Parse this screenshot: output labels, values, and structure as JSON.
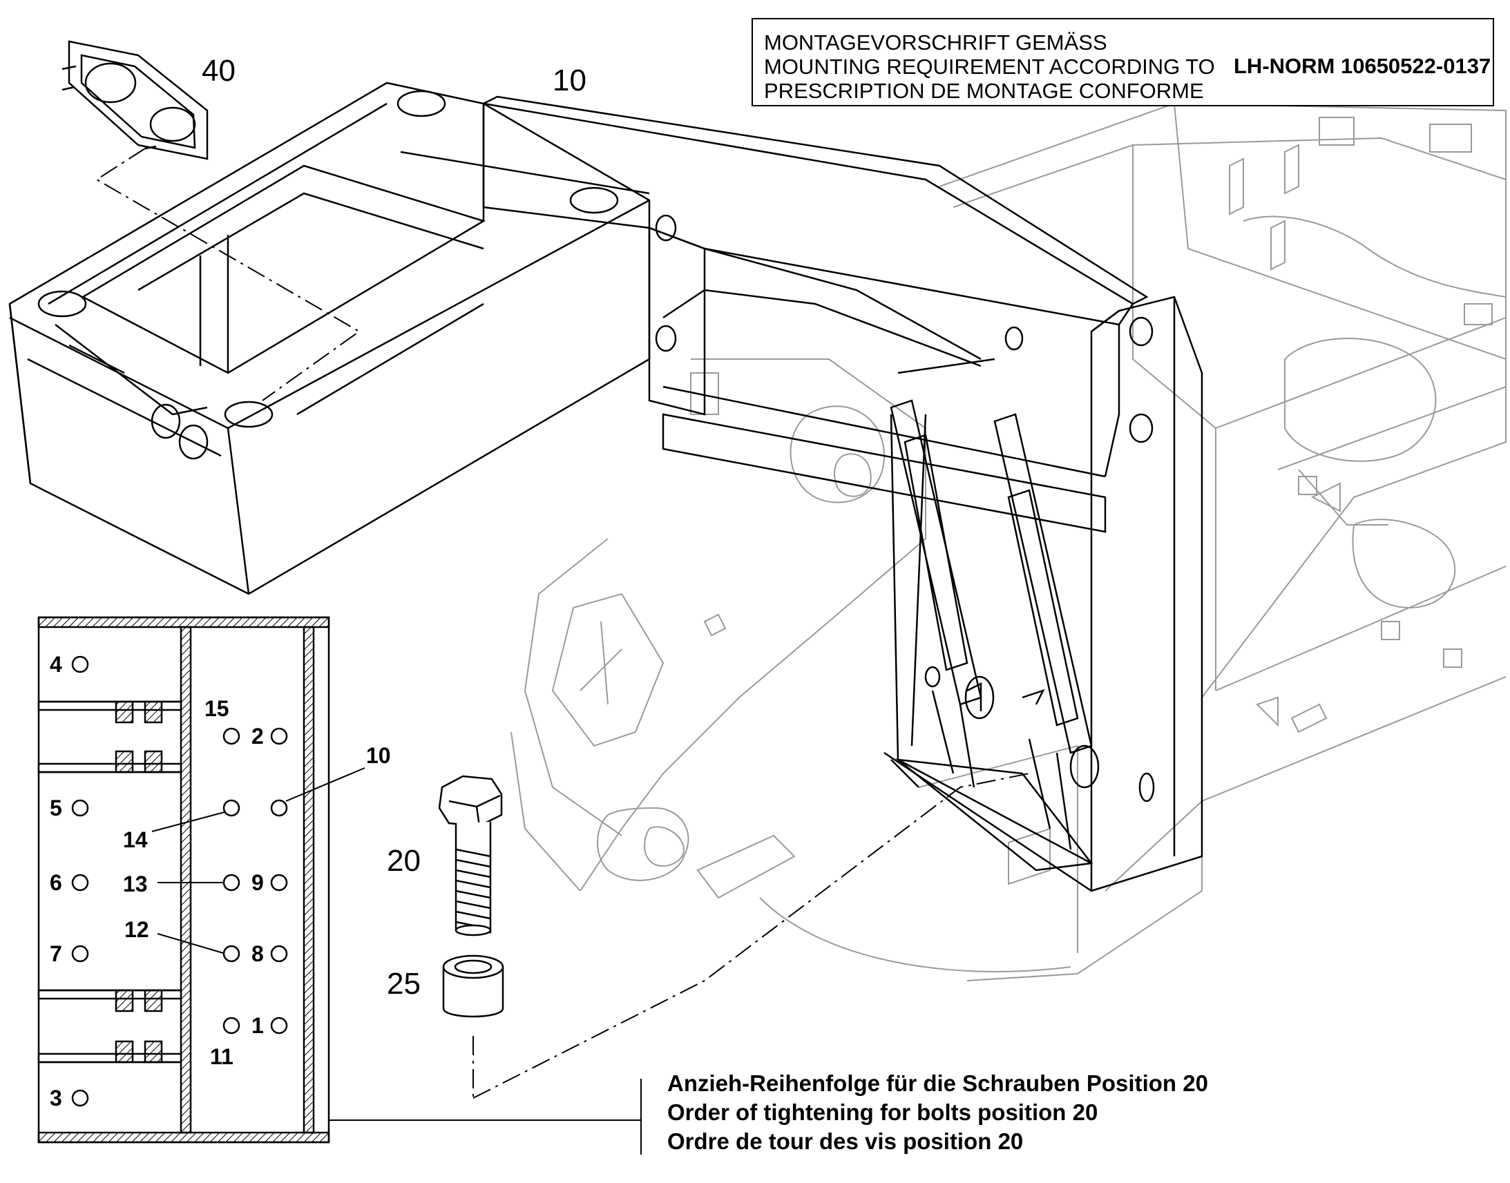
{
  "header": {
    "norm_lines": [
      "MONTAGEVORSCHRIFT GEMÄSS",
      "MOUNTING REQUIREMENT ACCORDING TO",
      "PRESCRIPTION DE MONTAGE CONFORME"
    ],
    "norm_reference": "LH-NORM 10650522-0137"
  },
  "position_labels": {
    "p40": "40",
    "p10": "10",
    "p20": "20",
    "p25": "25"
  },
  "tightening_order": {
    "n1": "1",
    "n2": "2",
    "n3": "3",
    "n4": "4",
    "n5": "5",
    "n6": "6",
    "n7": "7",
    "n8": "8",
    "n9": "9",
    "n10": "10",
    "n11": "11",
    "n12": "12",
    "n13": "13",
    "n14": "14",
    "n15": "15"
  },
  "caption": {
    "de": "Anzieh-Reihenfolge für die Schrauben Position 20",
    "en": "Order of tightening for bolts position 20",
    "fr": "Ordre de tour des vis position 20"
  }
}
